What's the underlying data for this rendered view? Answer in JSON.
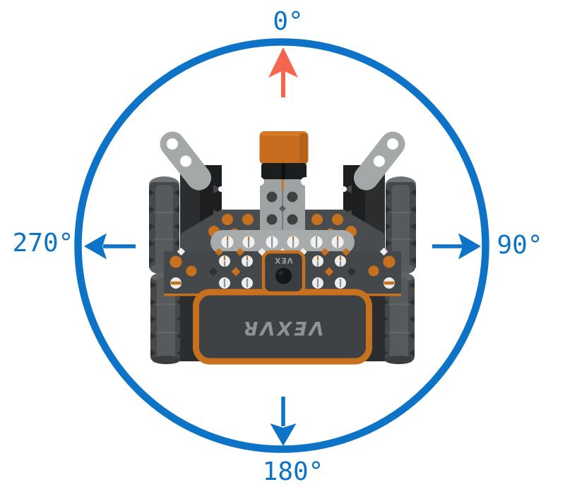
{
  "diagram": {
    "title": "VEX VR robot heading compass",
    "description": "Top-rear view of a VEX VR robot centered in a heading circle with four compass headings and direction arrows"
  },
  "compass": {
    "labels": {
      "top": "0°",
      "right": "90°",
      "bottom": "180°",
      "left": "270°"
    },
    "arrows": {
      "up": "heading-arrow (red, points to 0°)",
      "right": "points to 90°",
      "down": "points to 180°",
      "left": "points to 270°"
    },
    "colors": {
      "ring_blue": "#0D73C6",
      "heading_arrow_red": "#F4674E"
    }
  },
  "robot": {
    "brain_label": "VEXVR",
    "sensor_label": "VEX",
    "colors": {
      "accent_orange": "#C7711F",
      "pen_orange": "#C76B1E",
      "brain_panel_dark": "#3E4144",
      "plate_light_gray": "#A7AAAC",
      "structure_dark_gray": "#46494C",
      "wheel_gray": "#45484A",
      "label_gray": "#8F9295"
    }
  }
}
